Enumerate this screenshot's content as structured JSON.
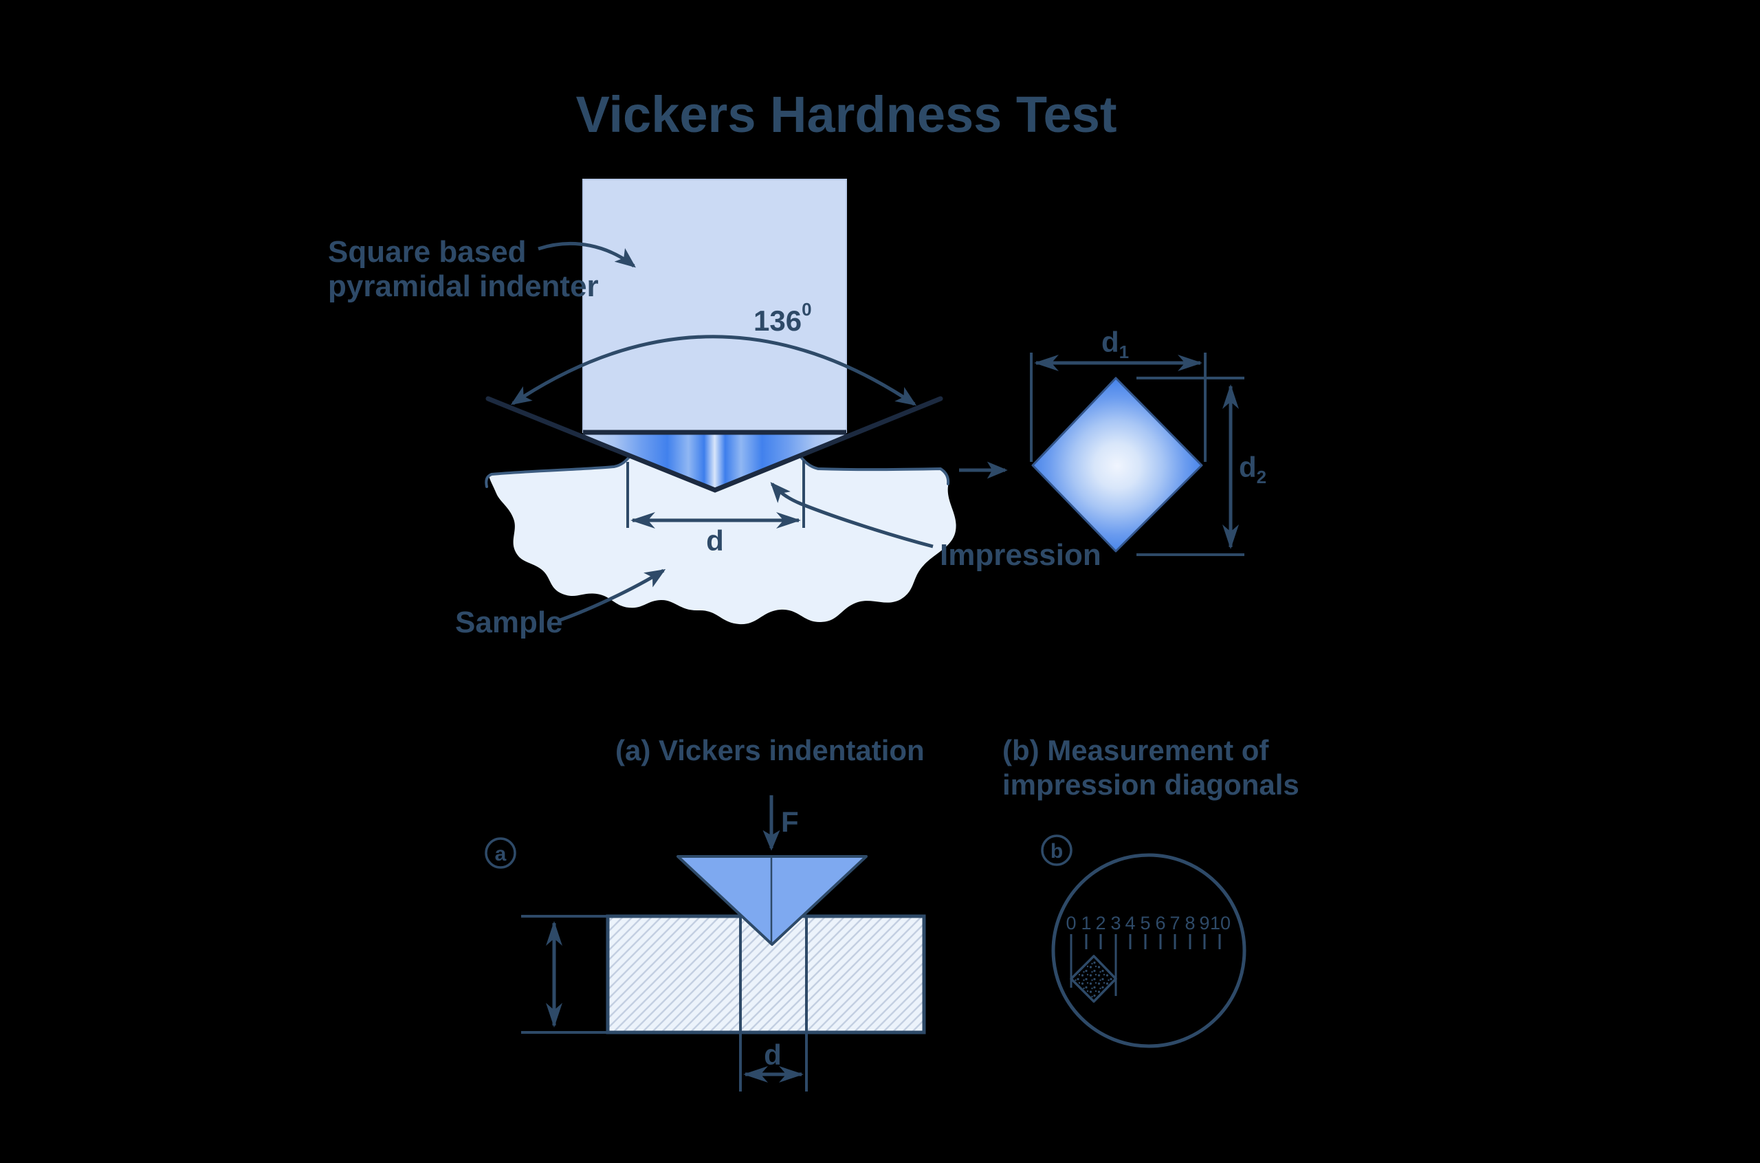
{
  "title": "Vickers Hardness Test",
  "colors": {
    "background": "#000000",
    "text": "#2e4a68",
    "stroke": "#2e4a68",
    "dark_edge": "#1c2a40",
    "indenter_square_fill": "#cbdaf4",
    "sample_fill": "#e8f1fc",
    "bar_fill": "#ecf3fb",
    "hatch_line": "#c3cfe1",
    "triangle_fill": "#7ea9f0",
    "diamond_edge_blue": "#4481e8"
  },
  "upper_diagram": {
    "indenter_label": {
      "line1": "Square based",
      "line2": "pyramidal indenter"
    },
    "angle_label": {
      "value": "136",
      "superscript": "0"
    },
    "impression_label": "Impression",
    "sample_label": "Sample",
    "diagonal_label": "d",
    "d1_label": {
      "base": "d",
      "subscript": "1"
    },
    "d2_label": {
      "base": "d",
      "subscript": "2"
    }
  },
  "captions": {
    "a": "(a) Vickers indentation",
    "b_line1": "(b) Measurement of",
    "b_line2": "impression diagonals"
  },
  "lower_left": {
    "badge": "a",
    "force_label": "F",
    "diagonal_label": "d"
  },
  "lower_right": {
    "badge": "b",
    "scale_numbers": [
      "0",
      "1",
      "2",
      "3",
      "4",
      "5",
      "6",
      "7",
      "8",
      "9",
      "10"
    ]
  }
}
